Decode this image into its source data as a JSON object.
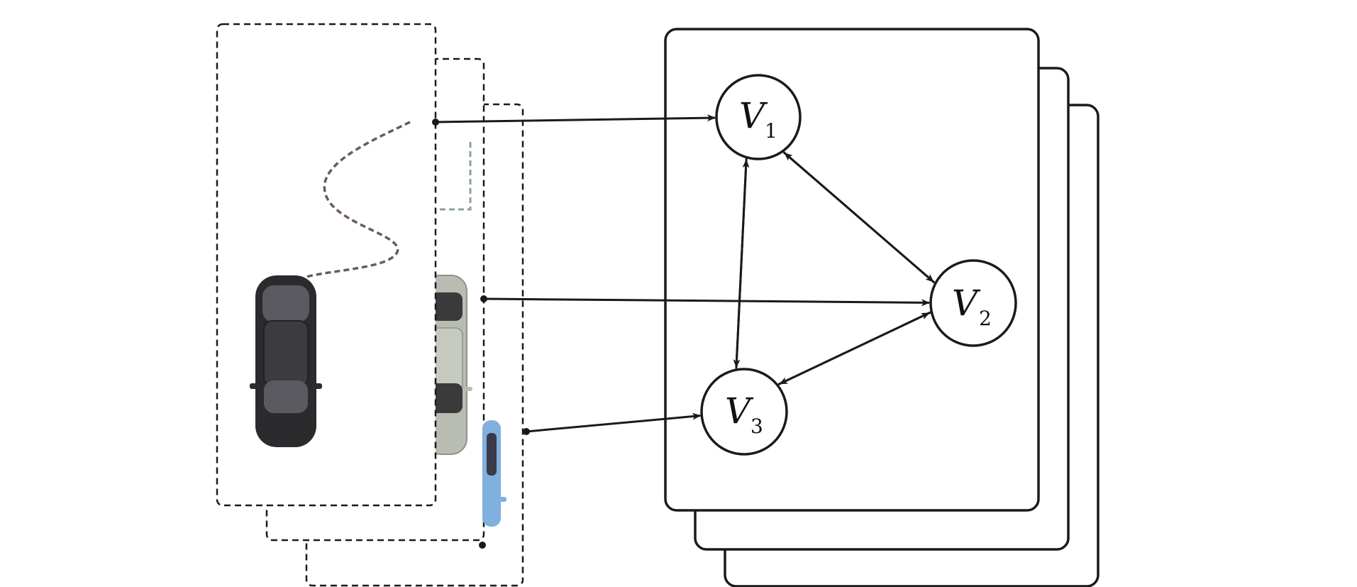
{
  "colors": {
    "stroke": "#1a1a1a",
    "background": "#ffffff",
    "trajectory": "#6b5a5a",
    "trajectory_secondary": "#8aa0a0",
    "car_dark": "#2b2b2e",
    "car_dark_glass": "#5a5a60",
    "car_silver": "#b9bcb2",
    "car_silver_glass": "#3a3a3a",
    "car_blue": "#7fb0de",
    "car_blue_dark": "#3a3a48"
  },
  "icons": {
    "vehicle_front": "car-top-view-dark",
    "vehicle_middle": "car-top-view-silver",
    "vehicle_back": "car-top-view-blue"
  },
  "graph": {
    "nodes": [
      {
        "id": "v1",
        "letter": "V",
        "subscript": "1"
      },
      {
        "id": "v2",
        "letter": "V",
        "subscript": "2"
      },
      {
        "id": "v3",
        "letter": "V",
        "subscript": "3"
      }
    ],
    "edges": [
      {
        "from": "v1",
        "to": "v2"
      },
      {
        "from": "v2",
        "to": "v1"
      },
      {
        "from": "v1",
        "to": "v3"
      },
      {
        "from": "v3",
        "to": "v1"
      },
      {
        "from": "v2",
        "to": "v3"
      },
      {
        "from": "v3",
        "to": "v2"
      }
    ],
    "mappings": [
      {
        "from_frame": "frame-1",
        "to": "v1"
      },
      {
        "from_frame": "frame-2",
        "to": "v2"
      },
      {
        "from_frame": "frame-3",
        "to": "v3"
      }
    ]
  }
}
